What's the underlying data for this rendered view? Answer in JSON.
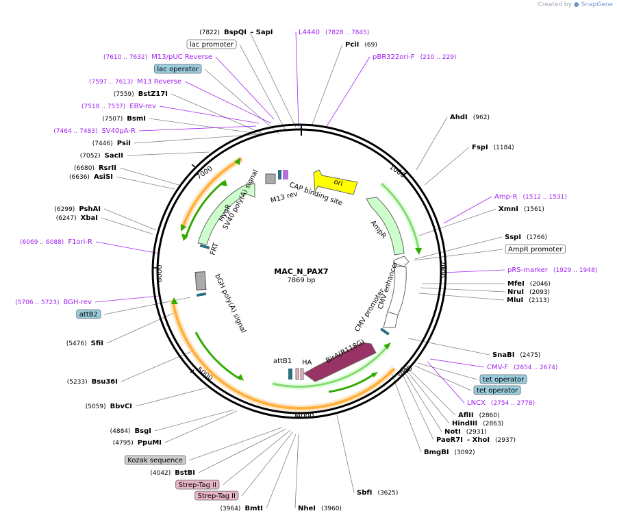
{
  "credit": {
    "prefix": "Created by",
    "brand": "SnapGene",
    "icon": "snapgene-logo-icon"
  },
  "plasmid": {
    "name": "MAC_N_PAX7",
    "size": "7869 bp",
    "total": 7869
  },
  "colors": {
    "enzyme": "#000000",
    "primer": "#a020f0",
    "line": "#808080",
    "backbone": "#000000",
    "orange_feature": "#ff9900",
    "green_feature": "#33aa00",
    "arrow_green": "#ccffcc",
    "arrow_yellow": "#ffff00",
    "arrow_purple": "#993366",
    "box_blue": "#99ccdd",
    "box_pink": "#e8b4c8",
    "box_gray": "#cccccc",
    "marker_teal": "#2a7080"
  },
  "ticks": [
    "1000",
    "2000",
    "3000",
    "4000",
    "5000",
    "6000",
    "7000"
  ],
  "labels": {
    "left": [
      {
        "kind": "enzyme",
        "pos": "(7822)",
        "name": "BspQI",
        "extra": "- SapI"
      },
      {
        "kind": "box-white",
        "name": "lac promoter"
      },
      {
        "kind": "primer",
        "pos": "(7610 .. 7632)",
        "name": "M13/pUC Reverse"
      },
      {
        "kind": "box-blue",
        "name": "lac operator"
      },
      {
        "kind": "primer",
        "pos": "(7597 .. 7613)",
        "name": "M13 Reverse"
      },
      {
        "kind": "enzyme",
        "pos": "(7559)",
        "name": "BstZ17I"
      },
      {
        "kind": "primer",
        "pos": "(7518 .. 7537)",
        "name": "EBV-rev"
      },
      {
        "kind": "enzyme",
        "pos": "(7507)",
        "name": "BsmI"
      },
      {
        "kind": "primer",
        "pos": "(7464 .. 7483)",
        "name": "SV40pA-R"
      },
      {
        "kind": "enzyme",
        "pos": "(7446)",
        "name": "PsiI"
      },
      {
        "kind": "enzyme",
        "pos": "(7052)",
        "name": "SacII"
      },
      {
        "kind": "enzyme",
        "pos": "(6680)",
        "name": "RsrII"
      },
      {
        "kind": "enzyme",
        "pos": "(6636)",
        "name": "AsiSI"
      },
      {
        "kind": "enzyme",
        "pos": "(6299)",
        "name": "PshAI"
      },
      {
        "kind": "enzyme",
        "pos": "(6247)",
        "name": "XbaI"
      },
      {
        "kind": "primer",
        "pos": "(6069 .. 6088)",
        "name": "F1ori-R"
      },
      {
        "kind": "primer",
        "pos": "(5706 .. 5723)",
        "name": "BGH-rev"
      },
      {
        "kind": "box-blue",
        "name": "attB2"
      },
      {
        "kind": "enzyme",
        "pos": "(5476)",
        "name": "SfiI"
      },
      {
        "kind": "enzyme",
        "pos": "(5233)",
        "name": "Bsu36I"
      },
      {
        "kind": "enzyme",
        "pos": "(5059)",
        "name": "BbvCI"
      },
      {
        "kind": "enzyme",
        "pos": "(4884)",
        "name": "BsgI"
      },
      {
        "kind": "enzyme",
        "pos": "(4795)",
        "name": "PpuMI"
      },
      {
        "kind": "box-gray",
        "name": "Kozak sequence"
      },
      {
        "kind": "enzyme",
        "pos": "(4042)",
        "name": "BstBI"
      },
      {
        "kind": "box-pink",
        "name": "Strep-Tag II"
      },
      {
        "kind": "box-pink",
        "name": "Strep-Tag II"
      },
      {
        "kind": "enzyme",
        "pos": "(3964)",
        "name": "BmtI"
      }
    ],
    "right": [
      {
        "kind": "primer",
        "name": "L4440",
        "pos": "(7828 .. 7845)"
      },
      {
        "kind": "enzyme",
        "name": "PciI",
        "pos": "(69)"
      },
      {
        "kind": "primer",
        "name": "pBR322ori-F",
        "pos": "(210 .. 229)"
      },
      {
        "kind": "enzyme",
        "name": "AhdI",
        "pos": "(962)"
      },
      {
        "kind": "enzyme",
        "name": "FspI",
        "pos": "(1184)"
      },
      {
        "kind": "primer",
        "name": "Amp-R",
        "pos": "(1512 .. 1531)"
      },
      {
        "kind": "enzyme",
        "name": "XmnI",
        "pos": "(1561)"
      },
      {
        "kind": "enzyme",
        "name": "SspI",
        "pos": "(1766)"
      },
      {
        "kind": "box-white",
        "name": "AmpR promoter"
      },
      {
        "kind": "primer",
        "name": "pRS-marker",
        "pos": "(1929 .. 1948)"
      },
      {
        "kind": "enzyme",
        "name": "MfeI",
        "pos": "(2046)"
      },
      {
        "kind": "enzyme",
        "name": "NruI",
        "pos": "(2093)"
      },
      {
        "kind": "enzyme",
        "name": "MluI",
        "pos": "(2113)"
      },
      {
        "kind": "enzyme",
        "name": "SnaBI",
        "pos": "(2475)"
      },
      {
        "kind": "primer",
        "name": "CMV-F",
        "pos": "(2654 .. 2674)"
      },
      {
        "kind": "box-blue",
        "name": "tet operator"
      },
      {
        "kind": "box-blue",
        "name": "tet operator"
      },
      {
        "kind": "primer",
        "name": "LNCX",
        "pos": "(2754 .. 2778)"
      },
      {
        "kind": "enzyme",
        "name": "AflII",
        "pos": "(2860)"
      },
      {
        "kind": "enzyme",
        "name": "HindIII",
        "pos": "(2863)"
      },
      {
        "kind": "enzyme",
        "name": "NotI",
        "pos": "(2931)"
      },
      {
        "kind": "enzyme",
        "name": "PaeR7I",
        "extra": "- XhoI",
        "pos": "(2937)"
      },
      {
        "kind": "enzyme",
        "name": "BmgBI",
        "pos": "(3092)"
      },
      {
        "kind": "enzyme",
        "name": "SbfI",
        "pos": "(3625)"
      },
      {
        "kind": "enzyme",
        "name": "NheI",
        "pos": "(3960)"
      }
    ]
  },
  "features": {
    "ori": "ori",
    "ampr": "AmpR",
    "cmv_enhancer": "CMV enhancer",
    "cmv_promoter": "CMV promoter",
    "bira": "BirA(R118G)",
    "ha": "HA",
    "attb1": "attB1",
    "bgh": "bGH poly(A) signal",
    "hygr": "HygR",
    "frt": "FRT",
    "sv40": "SV40 poly(A) signal",
    "m13rev": "M13 rev",
    "cap": "CAP binding site"
  }
}
